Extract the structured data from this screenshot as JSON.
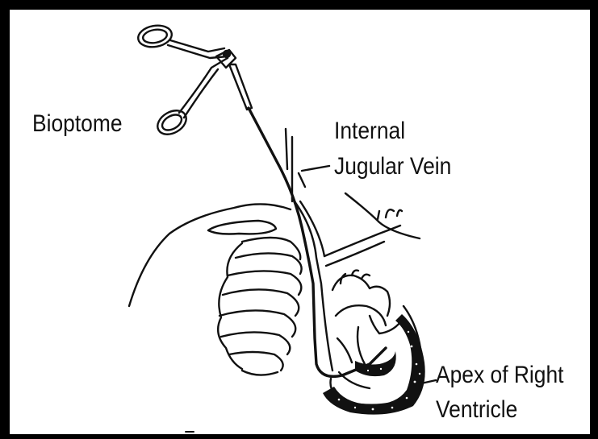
{
  "labels": {
    "bioptome": "Bioptome",
    "internal_jugular_vein_line1": "Internal",
    "internal_jugular_vein_line2": "Jugular Vein",
    "apex_right_ventricle_line1": "Apex of Right",
    "apex_right_ventricle_line2": "Ventricle"
  },
  "colors": {
    "ink": "#111111",
    "border": "#000000",
    "background": "#ffffff"
  }
}
